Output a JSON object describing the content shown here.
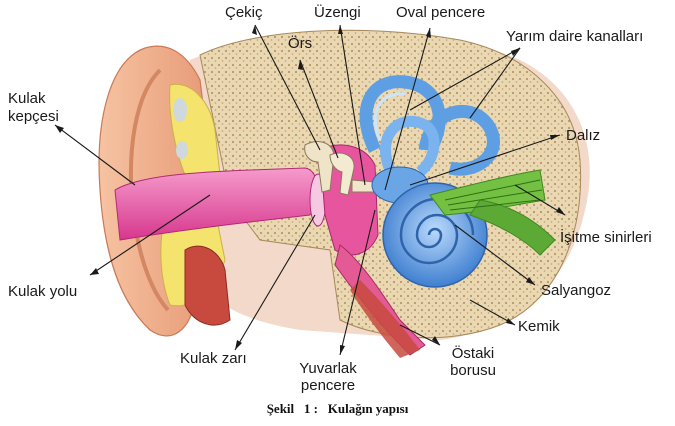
{
  "labels": {
    "cekic": "Çekiç",
    "uzengi": "Üzengi",
    "oval_pencere": "Oval pencere",
    "ors": "Örs",
    "yarim_daire": "Yarım daire kanalları",
    "kulak_kepcesi_1": "Kulak",
    "kulak_kepcesi_2": "kepçesi",
    "daliz": "Dalız",
    "isitme_sinirleri": "İşitme sinirleri",
    "kulak_yolu": "Kulak yolu",
    "salyangoz": "Salyangoz",
    "kemik": "Kemik",
    "ostaki_1": "Östaki",
    "ostaki_2": "borusu",
    "kulak_zari": "Kulak zarı",
    "yuvarlak_1": "Yuvarlak",
    "yuvarlak_2": "pencere"
  },
  "caption": {
    "prefix": "Şekil",
    "number": "1 :",
    "title": "Kulağın yapısı"
  },
  "colors": {
    "skin": "#f2b48f",
    "skin_dark": "#d98a68",
    "bone": "#e8d6b0",
    "bone_dot": "#b89a6a",
    "canal": "#e0479a",
    "canal_light": "#f07dbc",
    "cochlea": "#6aa6e6",
    "cochlea_dark": "#3b78c4",
    "nerve": "#6fbf3a",
    "fat": "#f3e26a",
    "muscle": "#c9433b"
  }
}
